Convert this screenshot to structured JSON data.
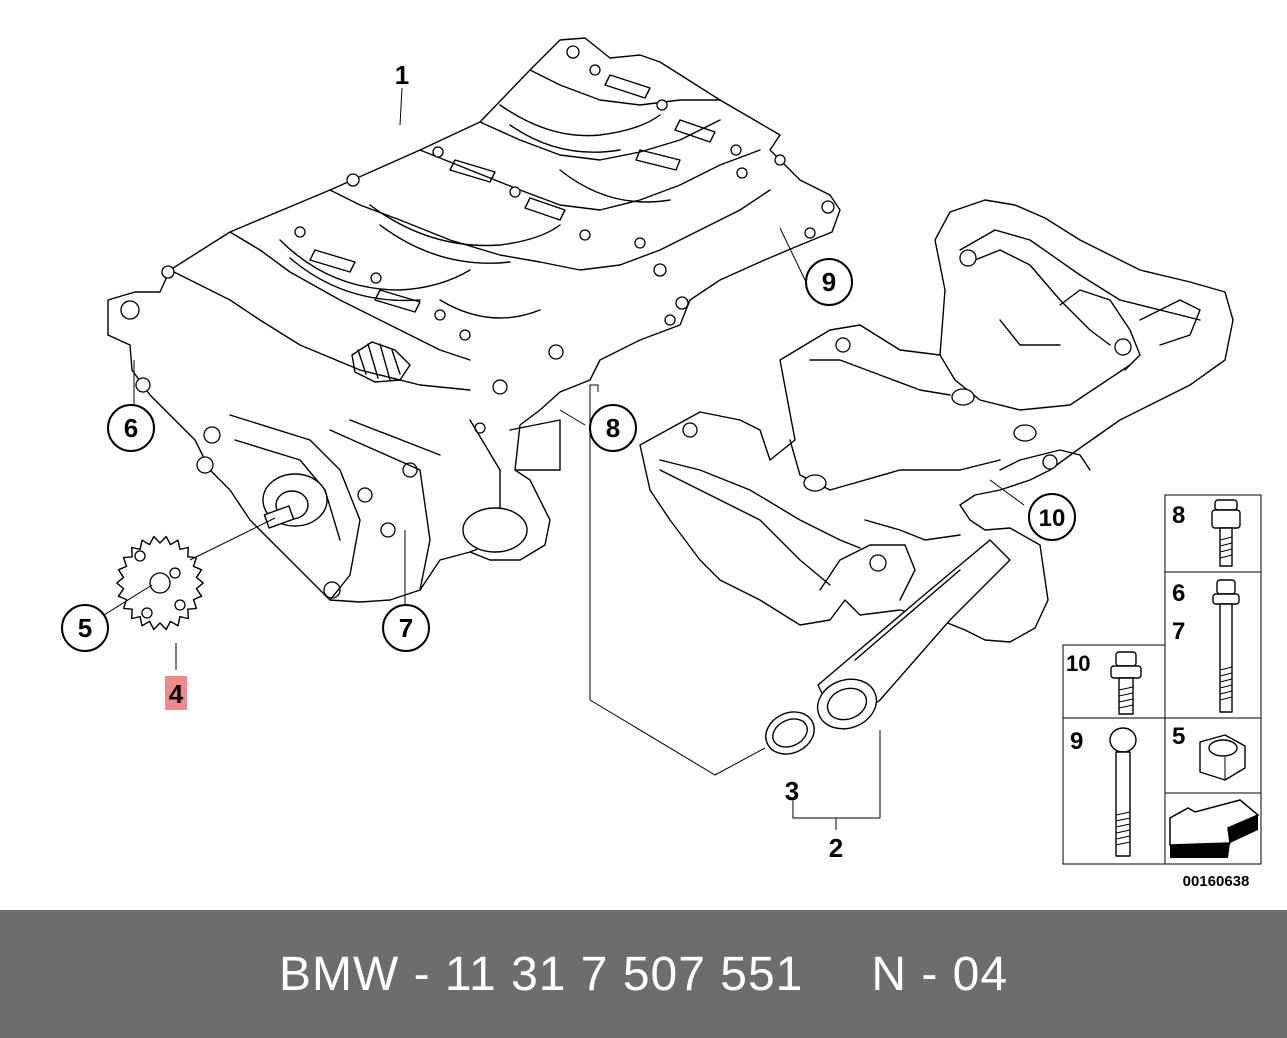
{
  "diagram": {
    "callouts": {
      "c1": "1",
      "c2": "2",
      "c3": "3",
      "c4": "4",
      "c5": "5",
      "c6": "6",
      "c7": "7",
      "c8": "8",
      "c9": "9",
      "c10": "10"
    },
    "fastener_table": {
      "top_right": "8",
      "mid_right_a": "6",
      "mid_right_b": "7",
      "mid_left": "10",
      "bottom_left": "9",
      "bottom_right": "5"
    },
    "diagram_number": "00160638",
    "highlight_color": "#f08a8a"
  },
  "footer": {
    "part_number": "BMW - 11 31 7 507 551",
    "position": "N - 04"
  }
}
